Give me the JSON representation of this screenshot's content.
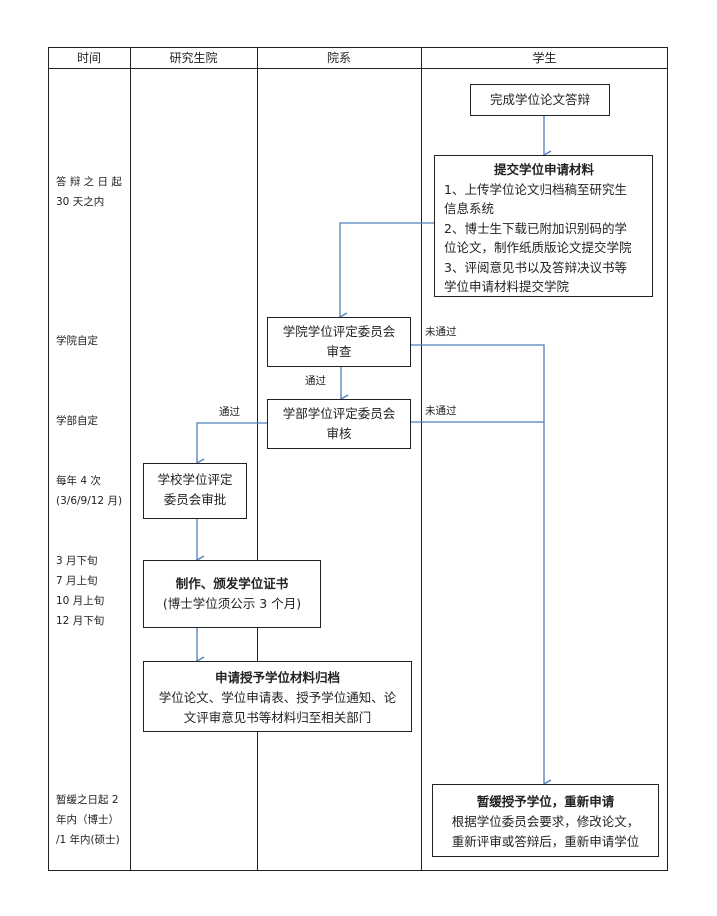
{
  "headers": [
    "时间",
    "研究生院",
    "院系",
    "学生"
  ],
  "time_labels": [
    {
      "lines": [
        "答 辩 之 日 起",
        "30 天之内"
      ]
    },
    {
      "lines": [
        "学院自定"
      ]
    },
    {
      "lines": [
        "学部自定"
      ]
    },
    {
      "lines": [
        "每年 4 次",
        "(3/6/9/12 月)"
      ]
    },
    {
      "lines": [
        "3 月下旬",
        "7 月上旬",
        "10 月上旬",
        "12 月下旬"
      ]
    },
    {
      "lines": [
        "暂缓之日起 2",
        "年内（博士）",
        "/1 年内(硕士)"
      ]
    }
  ],
  "boxes": {
    "defense": {
      "lines": [
        "完成学位论文答辩"
      ]
    },
    "submit": {
      "title": "提交学位申请材料",
      "lines": [
        "1、上传学位论文归档稿至研究生",
        "信息系统",
        "2、博士生下载已附加识别码的学",
        "位论文，制作纸质版论文提交学院",
        "3、评阅意见书以及答辩决议书等",
        "学位申请材料提交学院"
      ]
    },
    "college_review": {
      "lines": [
        "学院学位评定委员会",
        "审查"
      ]
    },
    "faculty_review": {
      "lines": [
        "学部学位评定委员会",
        "审核"
      ]
    },
    "school_approve": {
      "lines": [
        "学校学位评定",
        "委员会审批"
      ]
    },
    "certificate": {
      "title": "制作、颁发学位证书",
      "lines": [
        "(博士学位须公示 3 个月)"
      ]
    },
    "archive": {
      "title": "申请授予学位材料归档",
      "lines": [
        "学位论文、学位申请表、授予学位通知、论",
        "文评审意见书等材料归至相关部门"
      ]
    },
    "postpone": {
      "title": "暂缓授予学位，重新申请",
      "lines": [
        "根据学位委员会要求，修改论文，",
        "重新评审或答辩后，重新申请学位"
      ]
    }
  },
  "edge_labels": {
    "college_fail": "未通过",
    "college_pass": "通过",
    "faculty_pass": "通过",
    "faculty_fail": "未通过"
  },
  "colors": {
    "arrow": "#4f7fba",
    "grid": "#222222"
  }
}
